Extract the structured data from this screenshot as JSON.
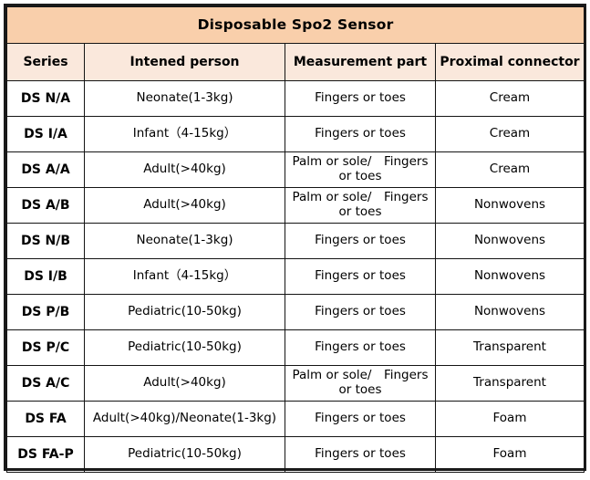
{
  "table": {
    "title": "Disposable Spo2 Sensor",
    "columns": [
      "Series",
      "Intened person",
      "Measurement part",
      "Proximal connector"
    ],
    "rows": [
      {
        "series": "DS N/A",
        "person": "Neonate(1-3kg)",
        "measurement": "Fingers or toes",
        "connector": "Cream"
      },
      {
        "series": "DS I/A",
        "person": "Infant（4-15kg）",
        "measurement": "Fingers or toes",
        "connector": "Cream"
      },
      {
        "series": "DS A/A",
        "person": "Adult(>40kg)",
        "measurement": "Palm or sole/　Fingers or toes",
        "connector": "Cream"
      },
      {
        "series": "DS A/B",
        "person": "Adult(>40kg)",
        "measurement": "Palm or sole/　Fingers or toes",
        "connector": "Nonwovens"
      },
      {
        "series": "DS N/B",
        "person": "Neonate(1-3kg)",
        "measurement": "Fingers or toes",
        "connector": "Nonwovens"
      },
      {
        "series": "DS I/B",
        "person": "Infant（4-15kg）",
        "measurement": "Fingers or toes",
        "connector": "Nonwovens"
      },
      {
        "series": "DS P/B",
        "person": "Pediatric(10-50kg)",
        "measurement": "Fingers or toes",
        "connector": "Nonwovens"
      },
      {
        "series": "DS P/C",
        "person": "Pediatric(10-50kg)",
        "measurement": "Fingers or toes",
        "connector": "Transparent"
      },
      {
        "series": "DS A/C",
        "person": "Adult(>40kg)",
        "measurement": "Palm or sole/　Fingers or toes",
        "connector": "Transparent"
      },
      {
        "series": "DS FA",
        "person": "Adult(>40kg)/Neonate(1-3kg)",
        "measurement": "Fingers or toes",
        "connector": "Foam"
      },
      {
        "series": "DS FA-P",
        "person": "Pediatric(10-50kg)",
        "measurement": "Fingers or toes",
        "connector": "Foam"
      }
    ]
  },
  "colors": {
    "title_band": "#f9cfab",
    "header_band": "#fae8dc",
    "border": "#141414",
    "outer_border": "#1a1a1a",
    "text": "#000000",
    "background": "#ffffff"
  }
}
